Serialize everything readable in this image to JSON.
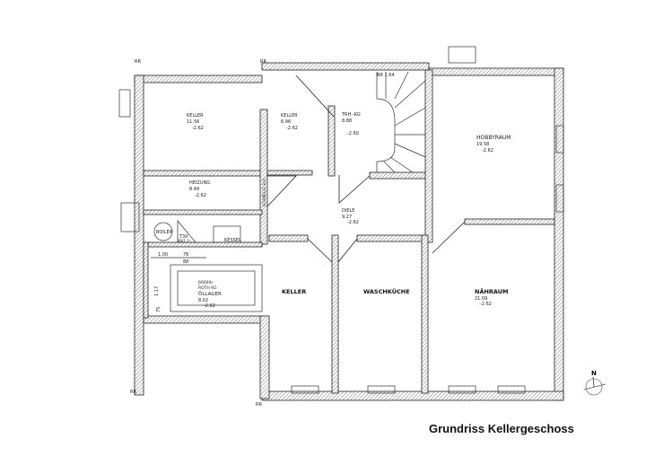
{
  "caption": "Grundriss Kellergeschoss",
  "rooms": [
    {
      "name": "KELLER",
      "area": "11.56",
      "level": "-2.62"
    },
    {
      "name": "KELLER",
      "area": "6.96",
      "level": "-2.62"
    },
    {
      "name": "TRH.-KG",
      "area": "8.88",
      "level": "-2.60"
    },
    {
      "name": "HOBBYRAUM",
      "area": "19.58",
      "level": "-2.62"
    },
    {
      "name": "HEIZUNG",
      "area": "8.49",
      "level": "-2.62"
    },
    {
      "name": "DIELE",
      "area": "9.27",
      "level": "-2.62"
    },
    {
      "name": "KELLER"
    },
    {
      "name": "WASCHKÜCHE"
    },
    {
      "name": "NÄHRAUM",
      "area": "21.09",
      "level": "-2.62"
    },
    {
      "name": "ÖLLAGER",
      "area": "8.02",
      "level": "-2.62",
      "note1": "6000ltr",
      "note2": "ROTH KG"
    }
  ],
  "fixtures": {
    "boiler": "BOILER",
    "kessel": "KESSEL",
    "door_t30": "T30",
    "door_size": "88/1.1²",
    "threshold": "SCHWELLE 3cm",
    "stair": "BR 1.64"
  },
  "dimensions": [
    "1.00",
    "76",
    "88",
    "1.17",
    "75"
  ],
  "markers": {
    "rr": "RR",
    "north": "N"
  },
  "level_symbol": "⌄"
}
